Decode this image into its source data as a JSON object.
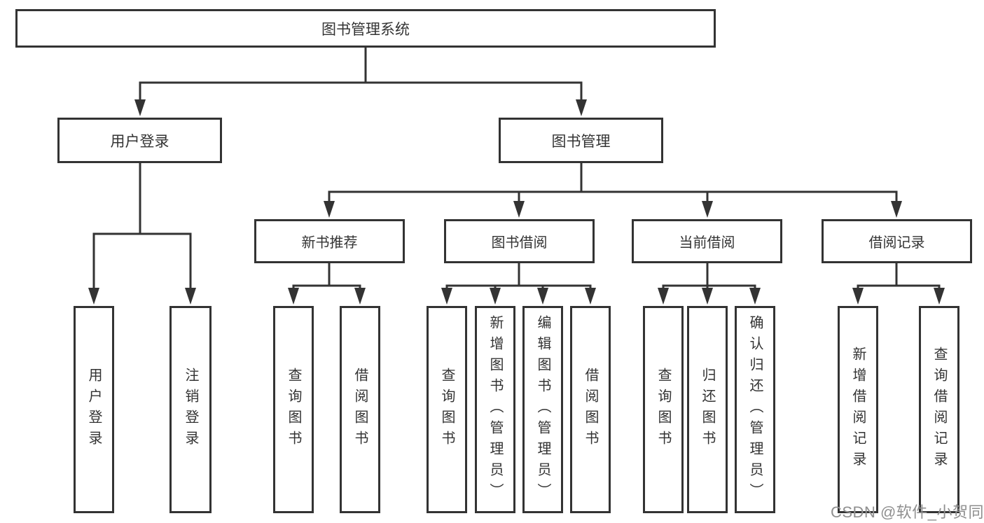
{
  "diagram": {
    "root": {
      "label": "图书管理系统"
    },
    "user_login": {
      "label": "用户登录",
      "children": [
        {
          "label": "用户登录"
        },
        {
          "label": "注销登录"
        }
      ]
    },
    "book_management": {
      "label": "图书管理",
      "sections": [
        {
          "label": "新书推荐",
          "children": [
            {
              "label": "查询图书"
            },
            {
              "label": "借阅图书"
            }
          ]
        },
        {
          "label": "图书借阅",
          "children": [
            {
              "label": "查询图书"
            },
            {
              "label": "新增图书（管理员）"
            },
            {
              "label": "编辑图书（管理员）"
            },
            {
              "label": "借阅图书"
            }
          ]
        },
        {
          "label": "当前借阅",
          "children": [
            {
              "label": "查询图书"
            },
            {
              "label": "归还图书"
            },
            {
              "label": "确认归还（管理员）"
            }
          ]
        },
        {
          "label": "借阅记录",
          "children": [
            {
              "label": "新增借阅记录"
            },
            {
              "label": "查询借阅记录"
            }
          ]
        }
      ]
    }
  },
  "watermark": {
    "text": "CSDN @软件_小贺同学"
  },
  "colors": {
    "line": "#333333",
    "border": "#333333",
    "text": "#333333",
    "watermark_gray": "#8f8f8f",
    "background": "#ffffff"
  }
}
